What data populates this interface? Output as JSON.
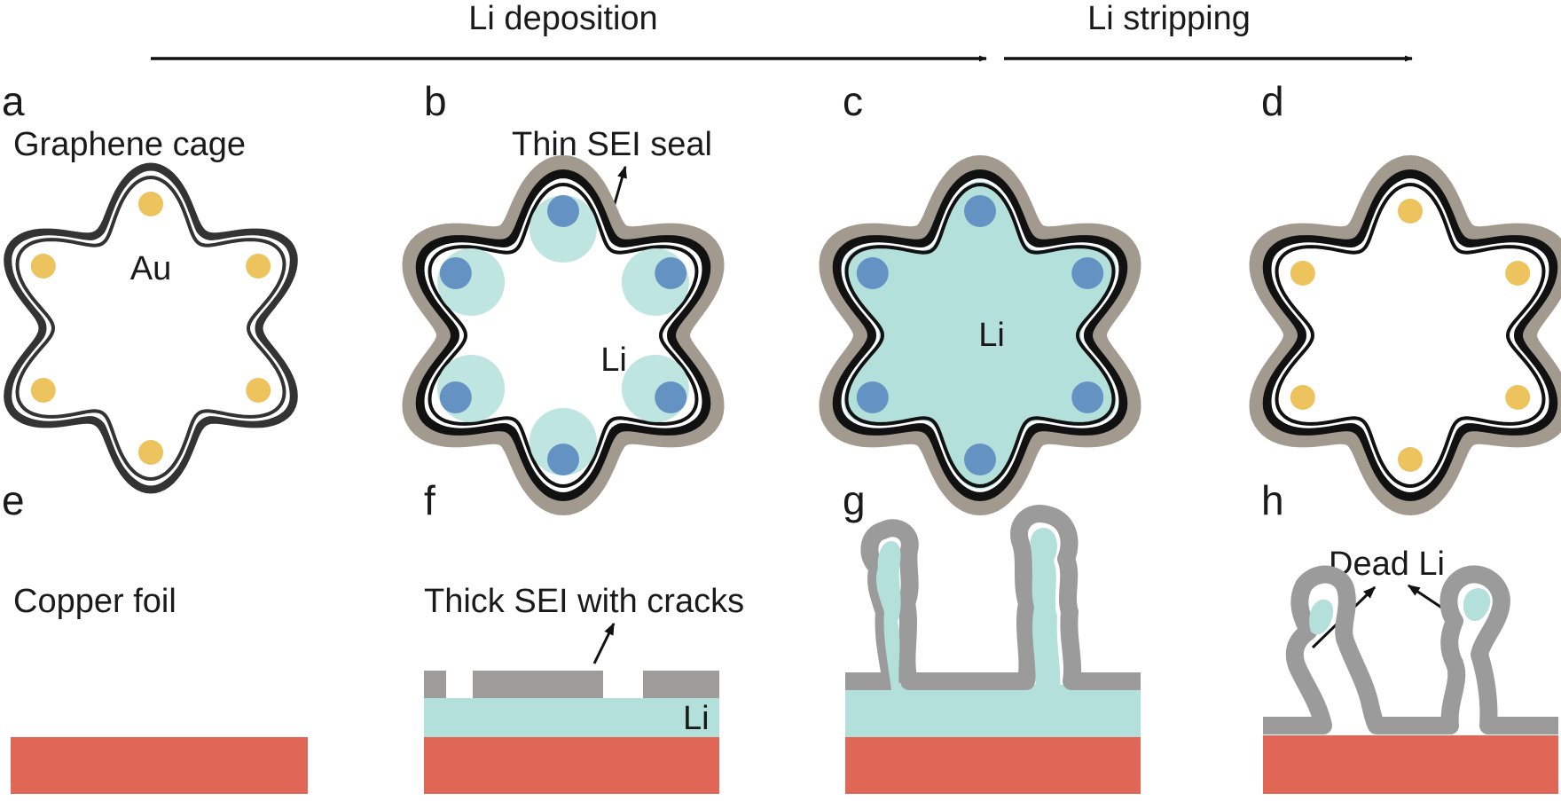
{
  "header": {
    "deposition": "Li deposition",
    "stripping": "Li stripping"
  },
  "panels": {
    "a": {
      "letter": "a",
      "title": "Graphene cage",
      "inner": "Au"
    },
    "b": {
      "letter": "b",
      "title": "Thin SEI seal",
      "inner": "Li"
    },
    "c": {
      "letter": "c",
      "inner": "Li"
    },
    "d": {
      "letter": "d"
    },
    "e": {
      "letter": "e",
      "title": "Copper foil"
    },
    "f": {
      "letter": "f",
      "title": "Thick SEI with cracks",
      "inner": "Li"
    },
    "g": {
      "letter": "g"
    },
    "h": {
      "letter": "h",
      "title": "Dead Li"
    }
  },
  "colors": {
    "graphene": "#1a1a1a",
    "gold": "#ecc35c",
    "li_nucleus": "#6493c3",
    "li_fill": "#b4e0dc",
    "sei_thin": "#a39a8f",
    "sei_thick": "#9e9c99",
    "dendrite_sei": "#9b9b9b",
    "copper": "#e06655"
  }
}
